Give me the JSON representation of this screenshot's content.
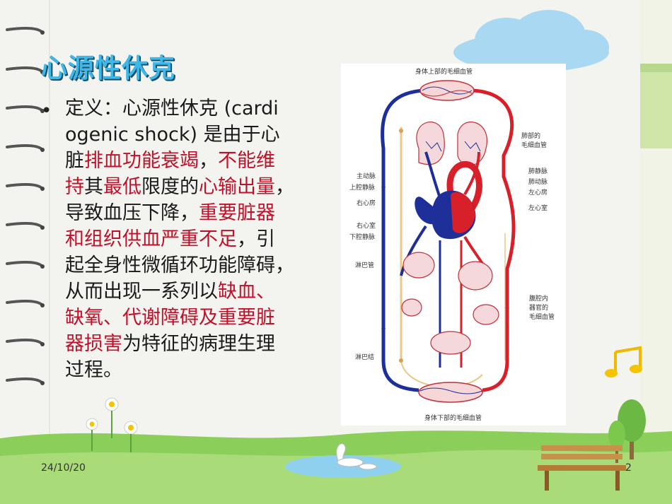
{
  "slide": {
    "title": "心源性休克",
    "bullet_symbol": "•",
    "body": [
      {
        "t": "定义：心源性休克 (cardi",
        "c": "normal"
      },
      {
        "t": "ogenic shock) 是由于心",
        "c": "normal"
      },
      {
        "t": "脏",
        "c": "normal"
      },
      {
        "t": "排血功能衰竭",
        "c": "red"
      },
      {
        "t": "，",
        "c": "normal"
      },
      {
        "t": "不能维",
        "c": "red"
      },
      {
        "t": "持",
        "c": "red"
      },
      {
        "t": "其",
        "c": "normal"
      },
      {
        "t": "最低",
        "c": "red"
      },
      {
        "t": "限度的",
        "c": "normal"
      },
      {
        "t": "心输出量",
        "c": "red"
      },
      {
        "t": "，",
        "c": "normal"
      },
      {
        "t": "导致血压下降，",
        "c": "normal"
      },
      {
        "t": "重要脏器",
        "c": "red"
      },
      {
        "t": "和组织供血严重不足",
        "c": "red"
      },
      {
        "t": "，引",
        "c": "normal"
      },
      {
        "t": "起全身性微循环功能障碍，",
        "c": "normal"
      },
      {
        "t": "从而出现一系列以",
        "c": "normal"
      },
      {
        "t": "缺血、",
        "c": "red"
      },
      {
        "t": "缺氧、代谢障碍及重要脏",
        "c": "red"
      },
      {
        "t": "器损害",
        "c": "red"
      },
      {
        "t": "为特征的病理生理",
        "c": "normal"
      },
      {
        "t": "过程。",
        "c": "normal"
      }
    ],
    "line_breaks_after": [
      0,
      1,
      5,
      11,
      13,
      15,
      16,
      18,
      19,
      21
    ],
    "footer": {
      "date": "24/10/20",
      "page": "2"
    }
  },
  "diagram": {
    "labels": {
      "top": "身体上部的毛细血管",
      "lung_cap": "肺部的\n毛细血管",
      "aorta": "主动脉",
      "svc": "上腔静脉",
      "pulm_vein": "肺静脉",
      "pulm_artery": "肺动脉",
      "la": "左心房",
      "ra": "右心房",
      "lv": "左心室",
      "rv": "右心室",
      "ivc": "下腔静脉",
      "lymph": "淋巴管",
      "organ_cap": "腹腔内\n器官的\n毛细血管",
      "lymph_node": "淋巴结",
      "bottom": "身体下部的毛细血管"
    },
    "colors": {
      "artery": "#d8202a",
      "vein": "#1f2f9a",
      "lymph": "#e8c888"
    }
  }
}
